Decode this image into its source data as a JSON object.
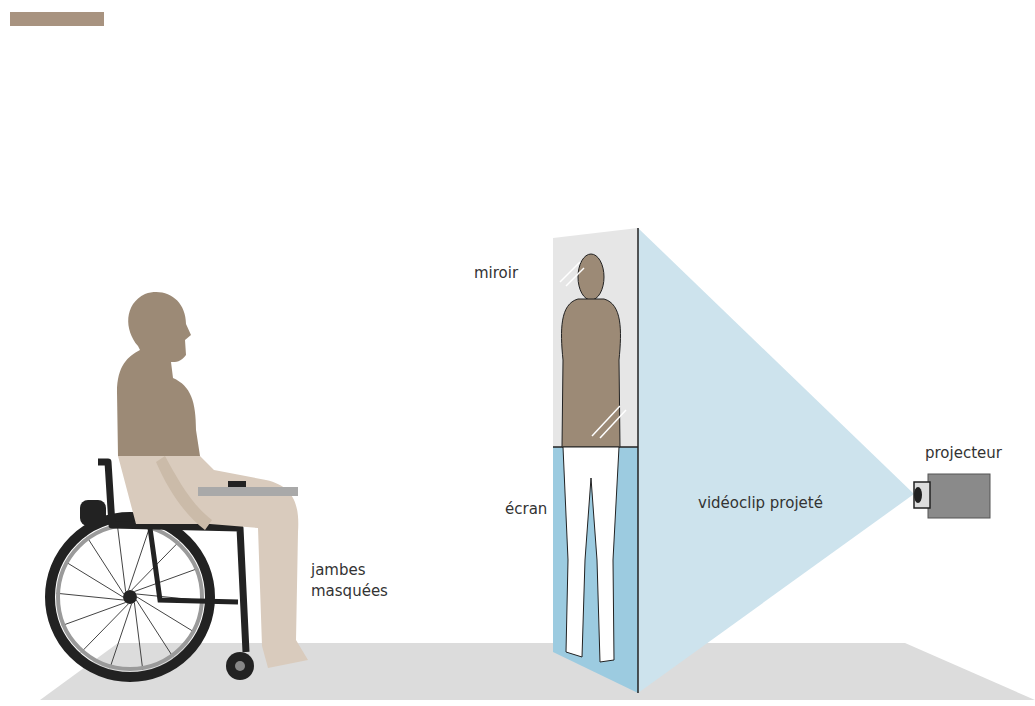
{
  "diagram": {
    "labels": [
      "miroir",
      "écran",
      "vidéoclip projeté",
      "projecteur",
      "jambes masquées"
    ]
  }
}
